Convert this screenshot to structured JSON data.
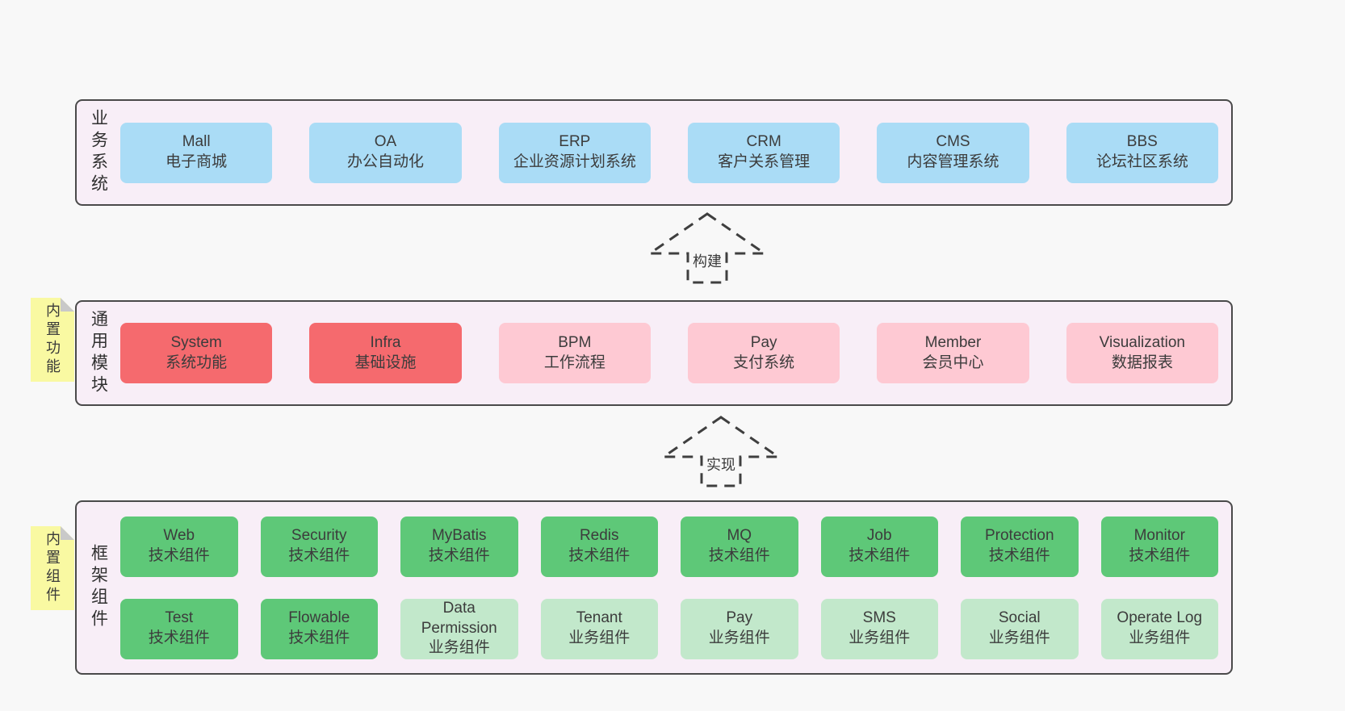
{
  "colors": {
    "page_bg": "#f8f8f8",
    "panel_bg": "#f8eef7",
    "panel_border": "#4a4a4a",
    "blue": "#aadcf6",
    "red": "#f56a6e",
    "pink": "#fec9d3",
    "green": "#5ec878",
    "light_green": "#c2e8cb",
    "sticky_yellow": "#f9f9a2",
    "sticky_fold": "#c9c9c9",
    "text": "#3c3c3c"
  },
  "arrows": {
    "build": "构建",
    "implement": "实现"
  },
  "sections": {
    "business": {
      "label": "业务系统",
      "boxes": [
        {
          "name": "Mall",
          "desc": "电子商城"
        },
        {
          "name": "OA",
          "desc": "办公自动化"
        },
        {
          "name": "ERP",
          "desc": "企业资源计划系统"
        },
        {
          "name": "CRM",
          "desc": "客户关系管理"
        },
        {
          "name": "CMS",
          "desc": "内容管理系统"
        },
        {
          "name": "BBS",
          "desc": "论坛社区系统"
        }
      ]
    },
    "modules": {
      "label": "通用模块",
      "sticky": "内置功能",
      "boxes": [
        {
          "name": "System",
          "desc": "系统功能"
        },
        {
          "name": "Infra",
          "desc": "基础设施"
        },
        {
          "name": "BPM",
          "desc": "工作流程"
        },
        {
          "name": "Pay",
          "desc": "支付系统"
        },
        {
          "name": "Member",
          "desc": "会员中心"
        },
        {
          "name": "Visualization",
          "desc": "数据报表"
        }
      ]
    },
    "framework": {
      "label": "框架组件",
      "sticky": "内置组件",
      "row1": [
        {
          "name": "Web",
          "desc": "技术组件"
        },
        {
          "name": "Security",
          "desc": "技术组件"
        },
        {
          "name": "MyBatis",
          "desc": "技术组件"
        },
        {
          "name": "Redis",
          "desc": "技术组件"
        },
        {
          "name": "MQ",
          "desc": "技术组件"
        },
        {
          "name": "Job",
          "desc": "技术组件"
        },
        {
          "name": "Protection",
          "desc": "技术组件"
        },
        {
          "name": "Monitor",
          "desc": "技术组件"
        }
      ],
      "row2": [
        {
          "name": "Test",
          "desc": "技术组件"
        },
        {
          "name": "Flowable",
          "desc": "技术组件"
        },
        {
          "name": "Data Permission",
          "desc": "业务组件"
        },
        {
          "name": "Tenant",
          "desc": "业务组件"
        },
        {
          "name": "Pay",
          "desc": "业务组件"
        },
        {
          "name": "SMS",
          "desc": "业务组件"
        },
        {
          "name": "Social",
          "desc": "业务组件"
        },
        {
          "name": "Operate Log",
          "desc": "业务组件"
        }
      ]
    }
  }
}
